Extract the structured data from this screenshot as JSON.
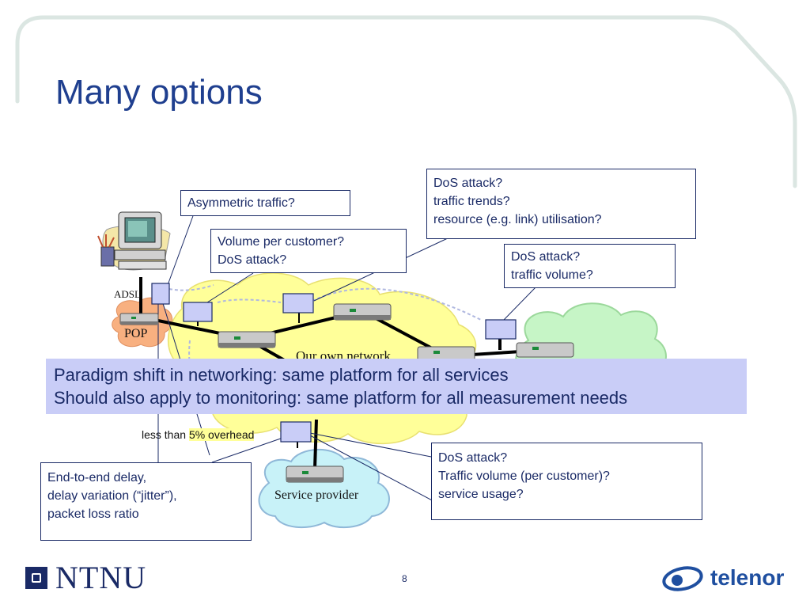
{
  "slide": {
    "title": "Many options",
    "page_number": "8"
  },
  "callouts": {
    "asym": [
      "Asymmetric traffic?"
    ],
    "volume": [
      "Volume per customer?",
      "DoS attack?"
    ],
    "dos_top": [
      "DoS attack?",
      "traffic trends?",
      "resource (e.g. link) utilisation?"
    ],
    "dos_right": [
      "DoS attack?",
      "traffic volume?"
    ],
    "e2e": [
      "End-to-end delay,",
      "delay variation (“jitter”),",
      "packet loss ratio"
    ],
    "dos_bottom": [
      "DoS attack?",
      "Traffic volume (per customer)?",
      "service usage?"
    ]
  },
  "banner": {
    "line1": "Paradigm shift in networking: same platform for all services",
    "line2": "Should also apply to monitoring: same platform for all measurement needs"
  },
  "labels": {
    "adsl": "ADSL",
    "pop": "POP",
    "network": "Our own network",
    "service_provider": "Service provider",
    "overhead_prefix": "less than ",
    "overhead_highlight": "5% overhead"
  },
  "logos": {
    "ntnu": "NTNU",
    "telenor": "telenor"
  },
  "colors": {
    "title": "#1f3f8f",
    "text": "#1a2a66",
    "banner_bg": "#c9cdf7",
    "cloud_yellow": "#ffff99",
    "cloud_green": "#c6f5c6",
    "cloud_cyan": "#c8f2f8",
    "cloud_orange": "#f8b080",
    "probe": "#c9cdf7"
  }
}
